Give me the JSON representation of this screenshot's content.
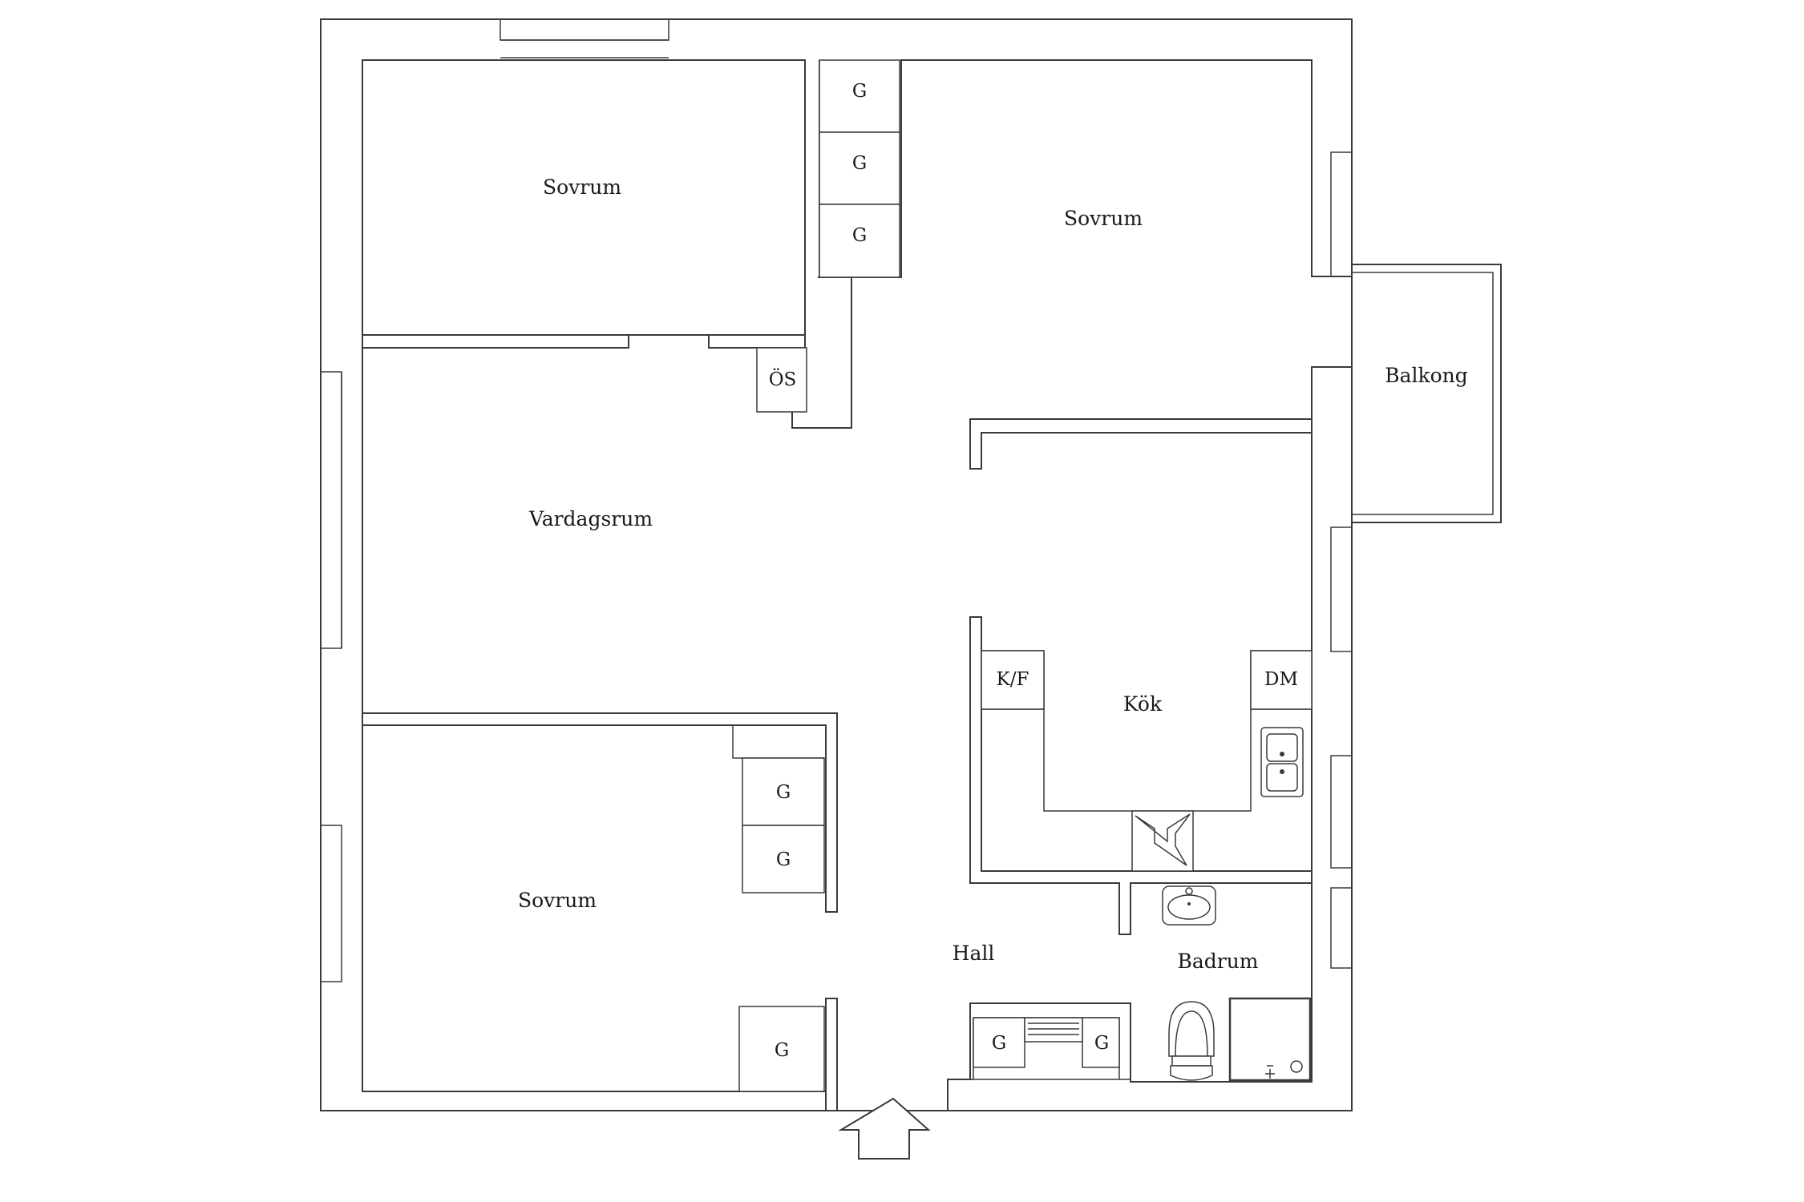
{
  "rooms": {
    "bedroom_top_left": "Sovrum",
    "bedroom_top_right": "Sovrum",
    "bedroom_bottom_left": "Sovrum",
    "living_room": "Vardagsrum",
    "kitchen": "Kök",
    "hall": "Hall",
    "bathroom": "Badrum",
    "balcony": "Balkong"
  },
  "fixtures": {
    "wardrobe": "G",
    "linen_cupboard": "ÖS",
    "fridge_freezer": "K/F",
    "dishwasher": "DM"
  },
  "icons": {
    "entrance": "entrance-arrow-icon",
    "sink": "sink-icon",
    "stove": "stove-icon",
    "washbasin": "washbasin-icon",
    "toilet": "toilet-icon",
    "shower": "shower-icon",
    "radiator": "radiator-icon"
  }
}
